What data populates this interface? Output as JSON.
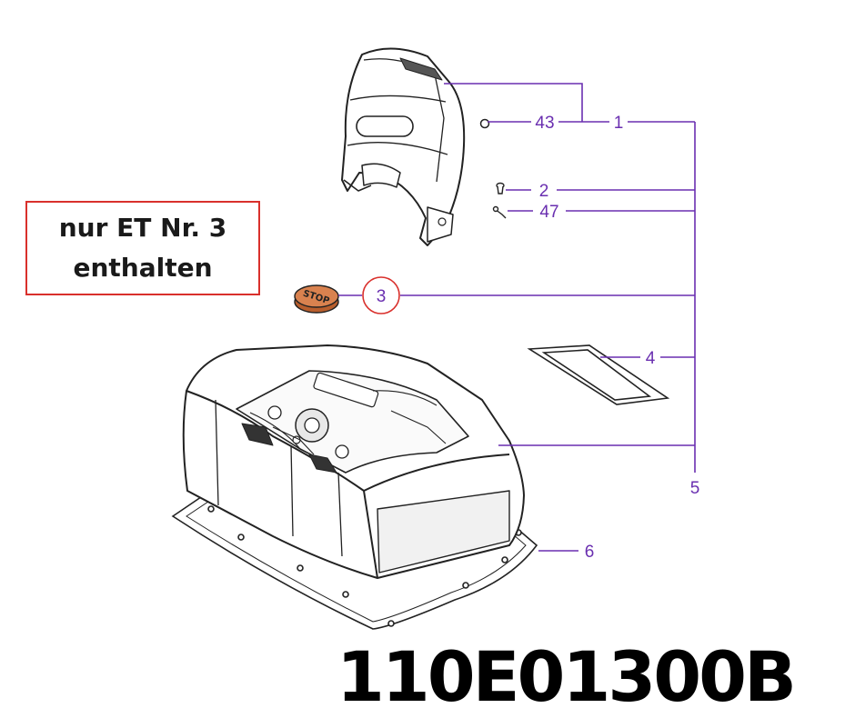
{
  "note": {
    "line1": "nur ET Nr. 3",
    "line2": "enthalten"
  },
  "part_number": "110E01300B",
  "callouts": {
    "c1": "1",
    "c2": "2",
    "c3": "3",
    "c4": "4",
    "c5": "5",
    "c6": "6",
    "c43": "43",
    "c47": "47"
  },
  "colors": {
    "leader": "#6a2fb0",
    "highlight_circle": "#d9302c",
    "note_border": "#d9302c",
    "cap_fill": "#d9824f",
    "outline": "#222222"
  }
}
